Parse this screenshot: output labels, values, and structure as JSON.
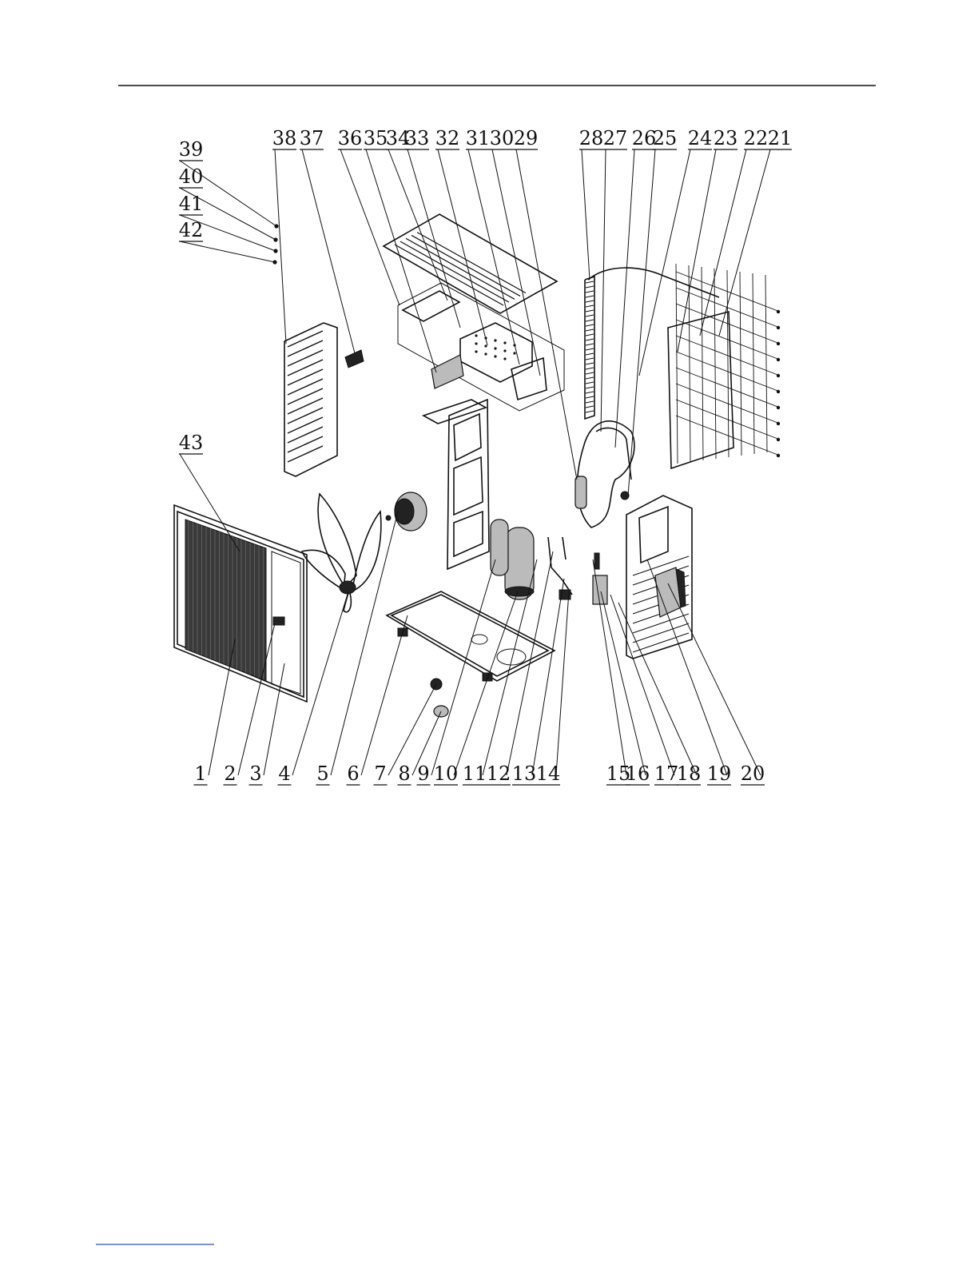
{
  "diagram": {
    "top_labels": [
      "38",
      "37",
      "36",
      "35",
      "34",
      "33",
      "32",
      "31",
      "30",
      "29",
      "28",
      "27",
      "26",
      "25",
      "24",
      "23",
      "22",
      "21"
    ],
    "left_labels": [
      "39",
      "40",
      "41",
      "42",
      "43"
    ],
    "bottom_labels": [
      "1",
      "2",
      "3",
      "4",
      "5",
      "6",
      "7",
      "8",
      "9",
      "10",
      "11",
      "12",
      "13",
      "14",
      "15",
      "16",
      "17",
      "18",
      "19",
      "20"
    ]
  }
}
